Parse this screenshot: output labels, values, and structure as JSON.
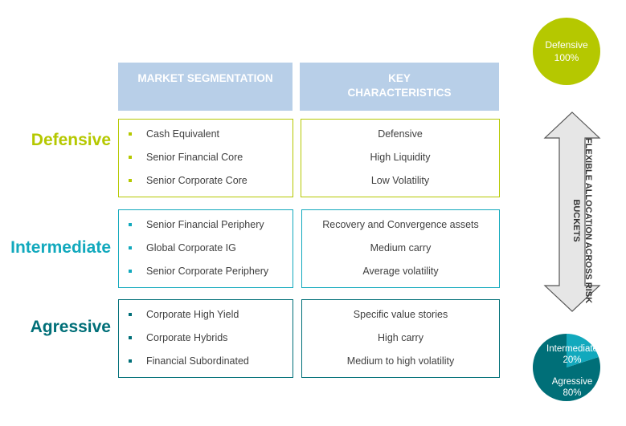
{
  "headers": {
    "market_segmentation": "MARKET SEGMENTATION",
    "key_characteristics_line1": "KEY",
    "key_characteristics_line2": "CHARACTERISTICS"
  },
  "rows": [
    {
      "label": "Defensive",
      "color": "#b5c800",
      "segments": [
        "Cash Equivalent",
        "Senior Financial Core",
        "Senior Corporate Core"
      ],
      "characteristics": [
        "Defensive",
        "High Liquidity",
        "Low Volatility"
      ]
    },
    {
      "label": "Intermediate",
      "color": "#12a9bd",
      "segments": [
        "Senior Financial Periphery",
        "Global Corporate IG",
        "Senior Corporate Periphery"
      ],
      "characteristics": [
        "Recovery and Convergence assets",
        "Medium carry",
        "Average volatility"
      ]
    },
    {
      "label": "Agressive",
      "color": "#006f78",
      "segments": [
        "Corporate High Yield",
        "Corporate Hybrids",
        "Financial Subordinated"
      ],
      "characteristics": [
        "Specific value stories",
        "High carry",
        "Medium to high volatility"
      ]
    }
  ],
  "arrow_text_line1": "FLEXIBLE ALLOCATION ACROSS RISK",
  "arrow_text_line2": "BUCKETS",
  "top_circle": {
    "label": "Defensive",
    "value_text": "100%",
    "value": 100,
    "color": "#b5c800"
  },
  "bottom_pie": {
    "slices": [
      {
        "label": "Intermediate",
        "value_text": "20%",
        "value": 20,
        "color": "#12a9bd"
      },
      {
        "label": "Agressive",
        "value_text": "80%",
        "value": 80,
        "color": "#006f78"
      }
    ]
  },
  "colors": {
    "header_bg": "#b8cfe8",
    "arrow_fill": "#e6e6e6",
    "arrow_stroke": "#555555"
  }
}
